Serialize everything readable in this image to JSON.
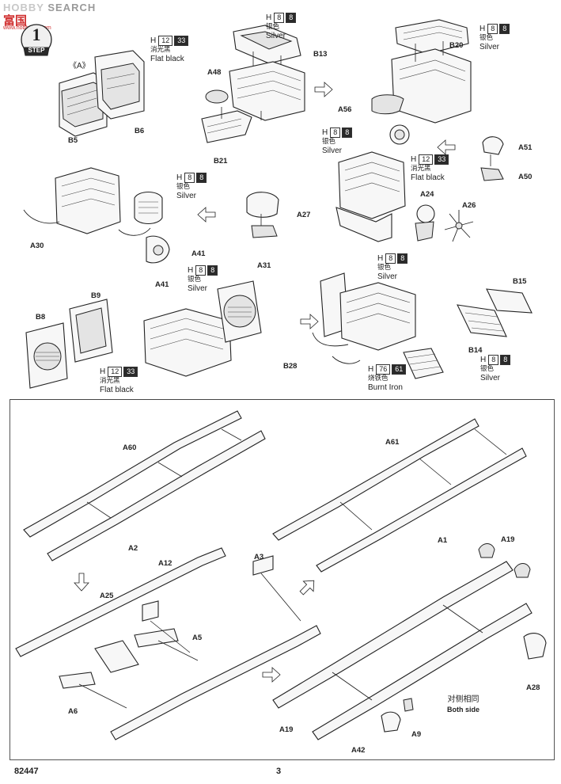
{
  "watermark": {
    "brand_left": "HOBBY",
    "brand_right": "SEARCH",
    "cn_chars": "富国",
    "url": "www.hobbyfan.com"
  },
  "step": {
    "number": "1",
    "label": "STEP"
  },
  "section_marker": "A",
  "paint": {
    "flat_black": {
      "h": "H",
      "code": "12",
      "num": "33",
      "cn": "消光黑",
      "en": "Flat black"
    },
    "silver": {
      "h": "H",
      "code": "8",
      "num": "8",
      "cn": "银色",
      "en": "Silver"
    },
    "burnt_iron": {
      "h": "H",
      "code": "76",
      "num": "61",
      "cn": "烧铁色",
      "en": "Burnt Iron"
    }
  },
  "parts": {
    "b5": "B5",
    "b6": "B6",
    "b13": "B13",
    "a48": "A48",
    "b21": "B21",
    "b20": "B20",
    "a56": "A56",
    "a51": "A51",
    "a50": "A50",
    "a24": "A24",
    "a26": "A26",
    "a30": "A30",
    "a41a": "A41",
    "a41b": "A41",
    "a27": "A27",
    "a31": "A31",
    "b9": "B9",
    "b8": "B8",
    "b15": "B15",
    "b14": "B14",
    "b28": "B28",
    "a60": "A60",
    "a2": "A2",
    "a61": "A61",
    "a1": "A1",
    "a12": "A12",
    "a3": "A3",
    "a25": "A25",
    "a5": "A5",
    "a6": "A6",
    "a19a": "A19",
    "a19b": "A19",
    "a28": "A28",
    "a42": "A42",
    "a9": "A9"
  },
  "both_side": {
    "cn": "对侧相同",
    "en": "Both side"
  },
  "footer": {
    "kit_number": "82447",
    "page_number": "3"
  }
}
